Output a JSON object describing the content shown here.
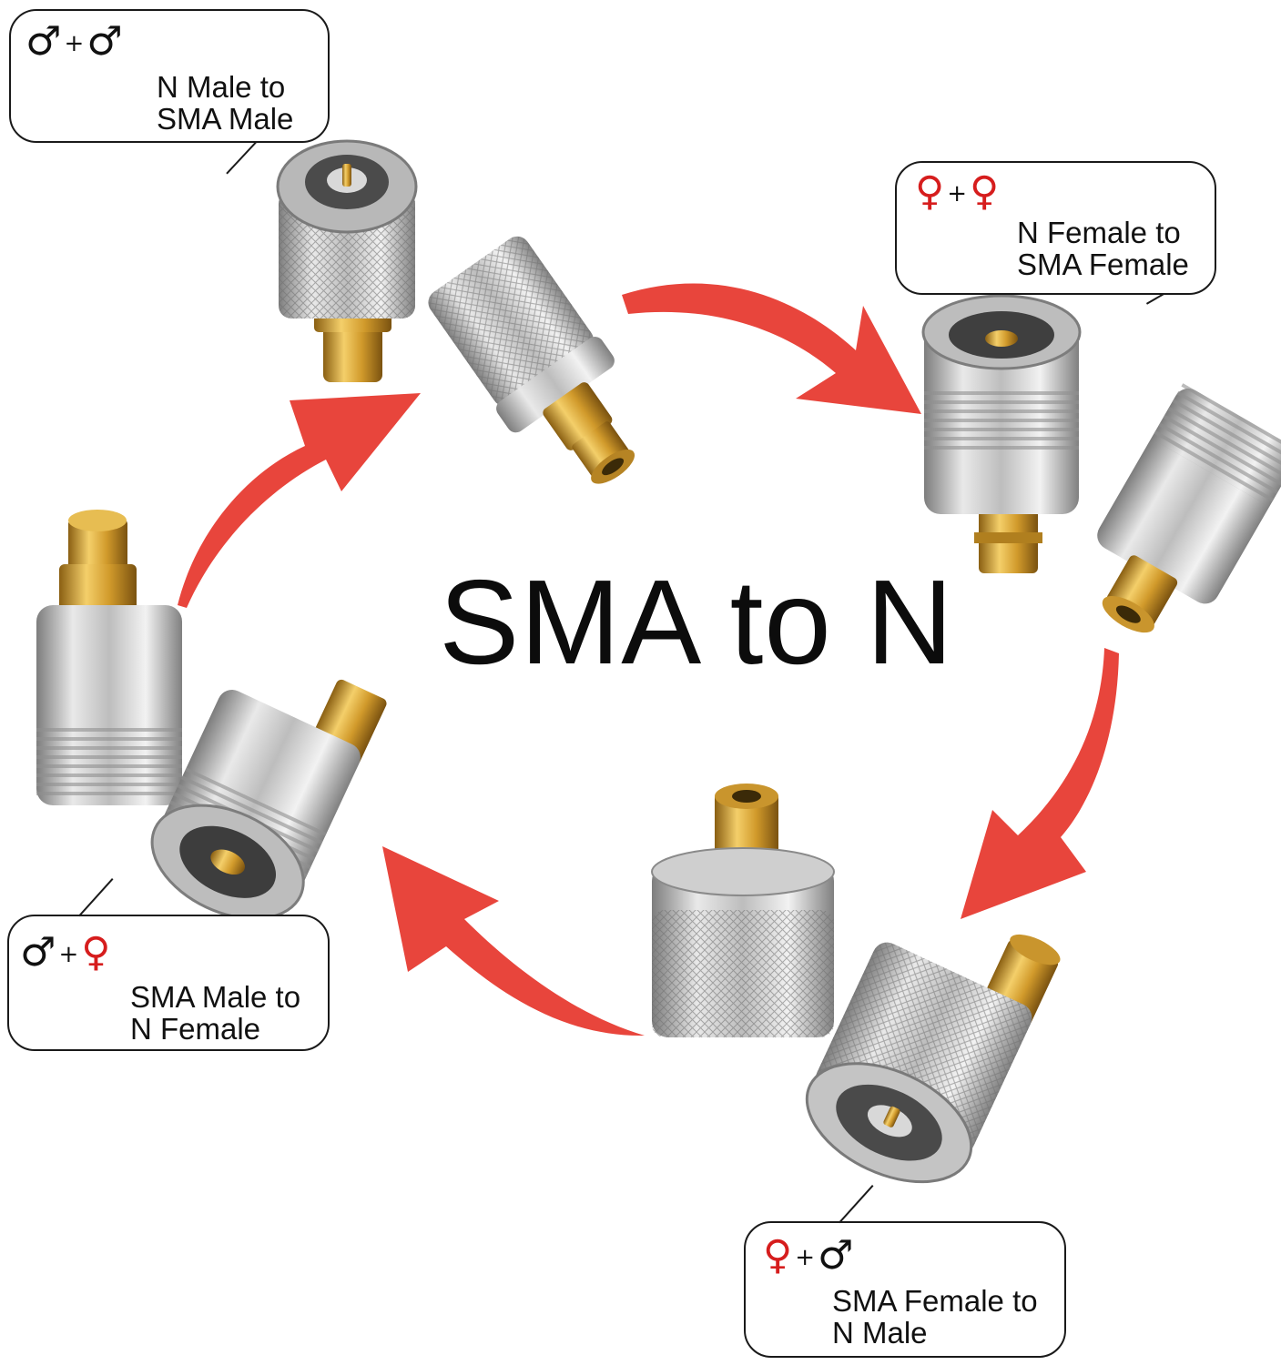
{
  "title": "SMA to N",
  "colors": {
    "arrow": "#e8453c",
    "male_symbol": "#111111",
    "female_symbol": "#d61d1d",
    "nickel": "#c9c9c9",
    "gold": "#d9a733"
  },
  "icons": {
    "male": "♂",
    "female": "♀",
    "plus": "+"
  },
  "bubbles": [
    {
      "id": "n-male-sma-male",
      "line1": "N Male to",
      "line2": "SMA Male"
    },
    {
      "id": "n-female-sma-female",
      "line1": "N Female to",
      "line2": "SMA Female"
    },
    {
      "id": "sma-male-n-female",
      "line1": "SMA Male to",
      "line2": "N Female"
    },
    {
      "id": "sma-female-n-male",
      "line1": "SMA Female to",
      "line2": "N Male"
    }
  ],
  "arrows": [
    "arrow-clockwise-icon",
    "arrow-clockwise-icon",
    "arrow-clockwise-icon",
    "arrow-clockwise-icon"
  ],
  "photo": "SMA to N adapter set photo"
}
